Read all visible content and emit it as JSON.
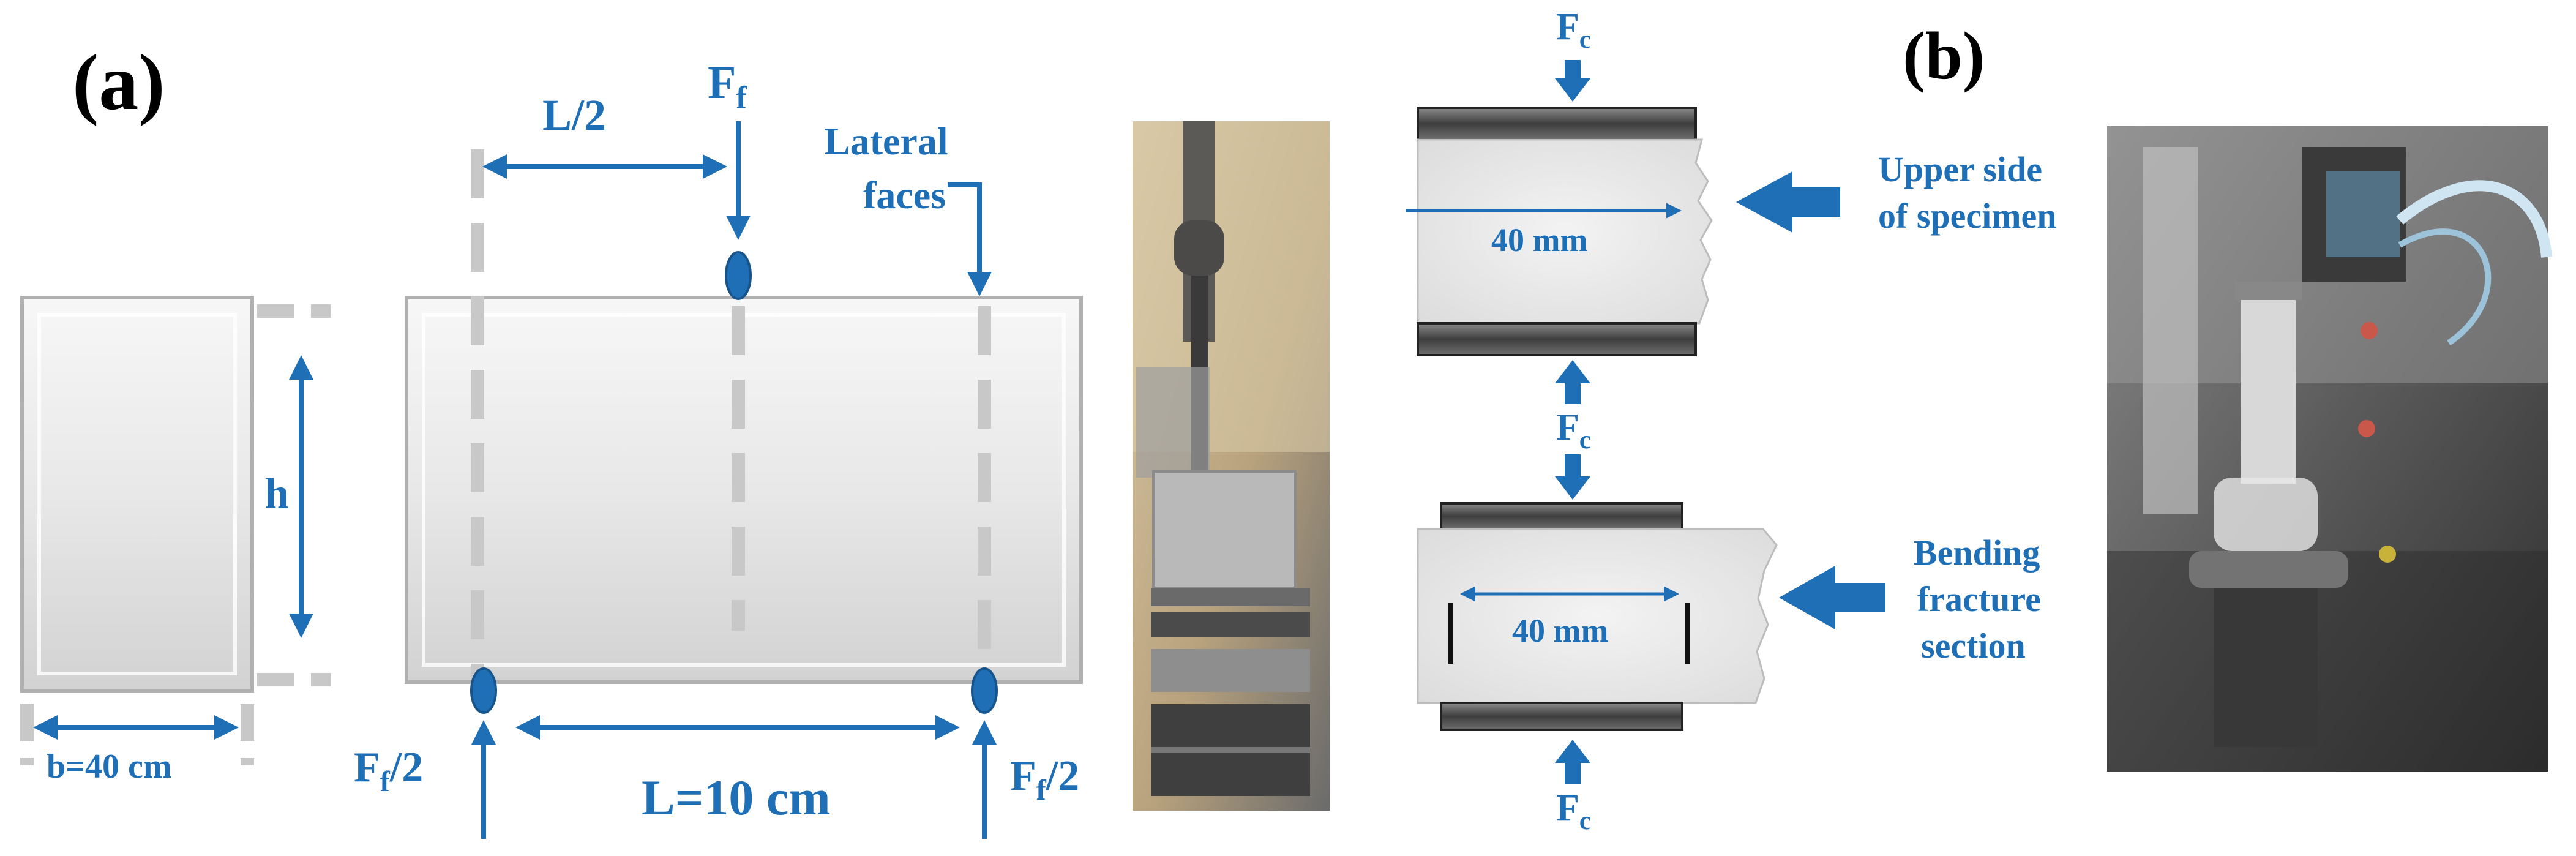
{
  "panels": {
    "a": "(a)",
    "b": "(b)"
  },
  "flexural": {
    "half_span": "L/2",
    "load_main": "F",
    "load_main_sub": "f",
    "lateral_line1": "Lateral",
    "lateral_line2": "faces",
    "height": "h",
    "width": "b=40 cm",
    "support_left_main": "F",
    "support_left_sub": "f",
    "support_left_tail": "/2",
    "support_right_main": "F",
    "support_right_sub": "f",
    "support_right_tail": "/2",
    "span": "L=10 cm"
  },
  "compression": {
    "force_main": "F",
    "force_sub": "c",
    "width_top": "40 mm",
    "width_bottom": "40 mm",
    "upper_line1": "Upper side",
    "upper_line2": "of specimen",
    "bending_line1": "Bending",
    "bending_line2": "fracture",
    "bending_line3": "section"
  },
  "colors": {
    "accent": "#1f6fb7",
    "dashed": "#c8c8c8",
    "prism": "#e6e6e6",
    "plate": "#555555"
  }
}
